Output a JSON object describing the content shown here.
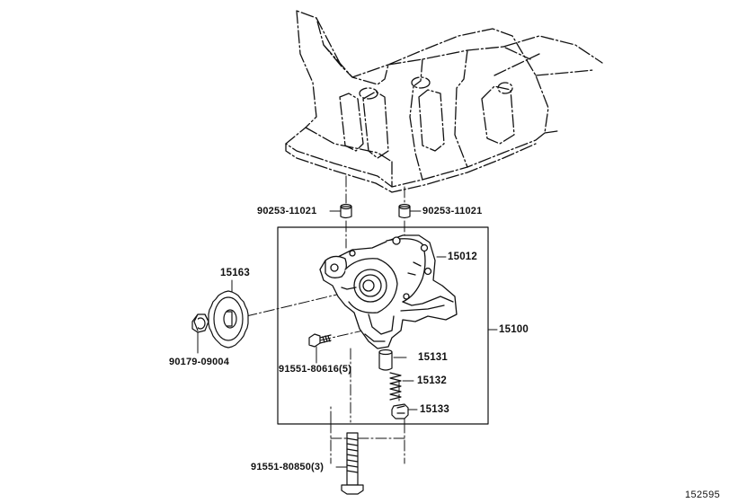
{
  "diagram": {
    "labels": {
      "plug_left": "90253-11021",
      "plug_right": "90253-11021",
      "sprocket": "15163",
      "nut": "90179-09004",
      "pump_body": "15012",
      "assembly": "15100",
      "small_bolt": "91551-80616(5)",
      "valve": "15131",
      "spring": "15132",
      "plug": "15133",
      "long_bolt": "91551-80850(3)"
    },
    "illustration_id": "152595"
  }
}
